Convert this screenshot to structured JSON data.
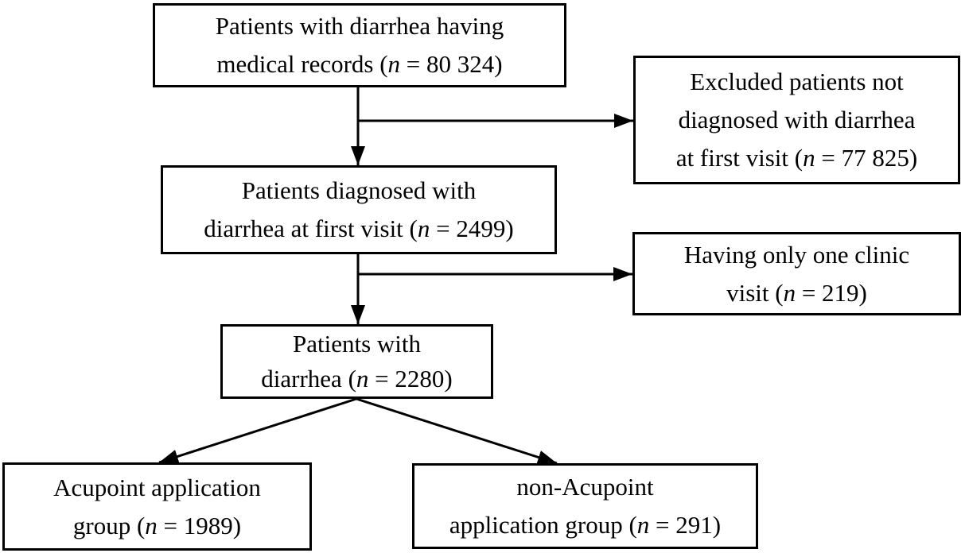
{
  "diagram_type": "patient-selection-flowchart",
  "colors": {
    "ink": "#000000",
    "background": "#ffffff"
  },
  "boxes": [
    {
      "id": "patients-medical-records",
      "n": "80 324",
      "lines": [
        "Patients with diarrhea having",
        "medical records (*n* = 80 324)"
      ]
    },
    {
      "id": "excluded-not-diagnosed",
      "n": "77 825",
      "lines": [
        "Excluded patients not",
        "diagnosed with diarrhea",
        "at first visit (*n* = 77 825)"
      ]
    },
    {
      "id": "diagnosed-first-visit",
      "n": "2499",
      "lines": [
        "Patients diagnosed with",
        "diarrhea at first visit (*n* = 2499)"
      ]
    },
    {
      "id": "one-clinic-visit",
      "n": "219",
      "lines": [
        "Having only one clinic",
        "visit (*n* = 219)"
      ]
    },
    {
      "id": "patients-diarrhea",
      "n": "2280",
      "lines": [
        "Patients with",
        "diarrhea (*n* = 2280)"
      ]
    },
    {
      "id": "acupoint-group",
      "n": "1989",
      "lines": [
        "Acupoint application",
        "group (*n* = 1989)"
      ]
    },
    {
      "id": "non-acupoint-group",
      "n": "291",
      "lines": [
        "non-Acupoint",
        "application group (*n* = 291)"
      ]
    }
  ],
  "edges": [
    {
      "from": "patients-medical-records",
      "to": "diagnosed-first-visit"
    },
    {
      "from": "patients-medical-records",
      "to": "excluded-not-diagnosed"
    },
    {
      "from": "diagnosed-first-visit",
      "to": "patients-diarrhea"
    },
    {
      "from": "diagnosed-first-visit",
      "to": "one-clinic-visit"
    },
    {
      "from": "patients-diarrhea",
      "to": "acupoint-group"
    },
    {
      "from": "patients-diarrhea",
      "to": "non-acupoint-group"
    }
  ]
}
